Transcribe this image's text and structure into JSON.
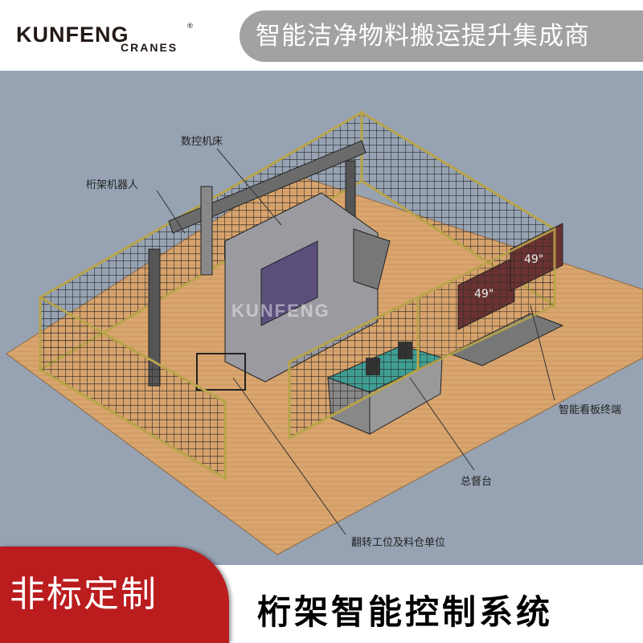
{
  "header": {
    "logo_main": "KUNFENG",
    "logo_registered": "®",
    "logo_sub": "CRANES",
    "slogan": "智能洁净物料搬运提升集成商"
  },
  "diagram": {
    "watermark": "KUNFENG",
    "monitor_label": "49\"",
    "callouts": [
      {
        "label": "数控机床"
      },
      {
        "label": "桁架机器人"
      },
      {
        "label": "智能看板终端"
      },
      {
        "label": "总督台"
      },
      {
        "label": "翻转工位及料仓单位"
      }
    ]
  },
  "footer": {
    "badge": "非标定制",
    "title": "桁架智能控制系统"
  },
  "colors": {
    "badge_red": "#bb1d1f",
    "stage_bg": "#97a3b3",
    "floor": "#d9a56e",
    "fence": "#b8a44a",
    "console": "#3f9e94"
  }
}
